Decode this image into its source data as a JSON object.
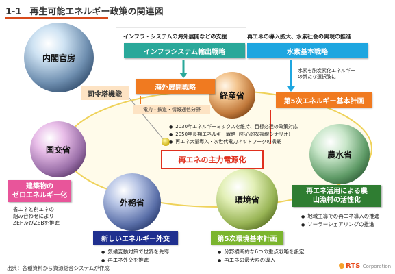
{
  "header": {
    "number": "1-1",
    "title": "再生可能エネルギー政策の関連図"
  },
  "spheres": {
    "cabinet": "内閣官房",
    "meti": "経産省",
    "mlit": "国交省",
    "maff": "農水省",
    "mofa": "外務省",
    "moe": "環境省"
  },
  "top_notes": {
    "infra": "インフラ・システムの海外展開などの支援",
    "hydrogen": "再エネの導入拡大、水素社会の実現の推進"
  },
  "boxes": {
    "infra_export": "インフラシステム輸出戦略",
    "hydrogen_strategy": "水素基本戦略",
    "overseas": "海外展開戦略",
    "command": "司令塔機能",
    "energy_plan": "第5次エネルギー基本計画",
    "main_power": "再エネの主力電源化",
    "zeb": [
      "建築物の",
      "ゼロエネルギー化"
    ],
    "agri": [
      "再エネ活用による農",
      "山漁村の活性化"
    ],
    "diplomacy": "新しいエネルギー外交",
    "env_plan": "第5次環境基本計画"
  },
  "notes": {
    "sectors": "電力・鉄道・情報通信分野",
    "decarbon": [
      "水素を脱炭素化エネルギー",
      "の新たな選択肢に"
    ],
    "zeh": [
      "省エネと創エネの",
      "組み合わせにより",
      "ZEH及びZEBを推進"
    ]
  },
  "center_bullets": [
    "2030年エネルギーミックスを維持、目標必達の政策対応",
    "2050年長期エネルギー戦略（野心的な複線シナリオ）",
    "再エネ大量導入・次世代電力ネットワークの構築"
  ],
  "agri_bullets": [
    "地域主導での再エネ導入の推進",
    "ソーラーシェアリングの推進"
  ],
  "mofa_bullets": [
    "気候変動対策で世界を先導",
    "再エネ外交を推進"
  ],
  "moe_bullets": [
    "分野横断的な6つの重点戦略を設定",
    "再エネの最大限の導入"
  ],
  "footer": {
    "source": "出典：各種資料から資源総合システムが作成",
    "logo": "RTS",
    "logo_sub": "Corporation"
  },
  "colors": {
    "red": "#e0301e",
    "orange": "#f07a20",
    "teal": "#2aa89a",
    "cyan": "#1ea6e0",
    "navy": "#1f2f8f",
    "green": "#2f7d32",
    "lightgreen": "#7bb52e",
    "pink": "#e8559a",
    "ellipse": "#f6e27a"
  }
}
